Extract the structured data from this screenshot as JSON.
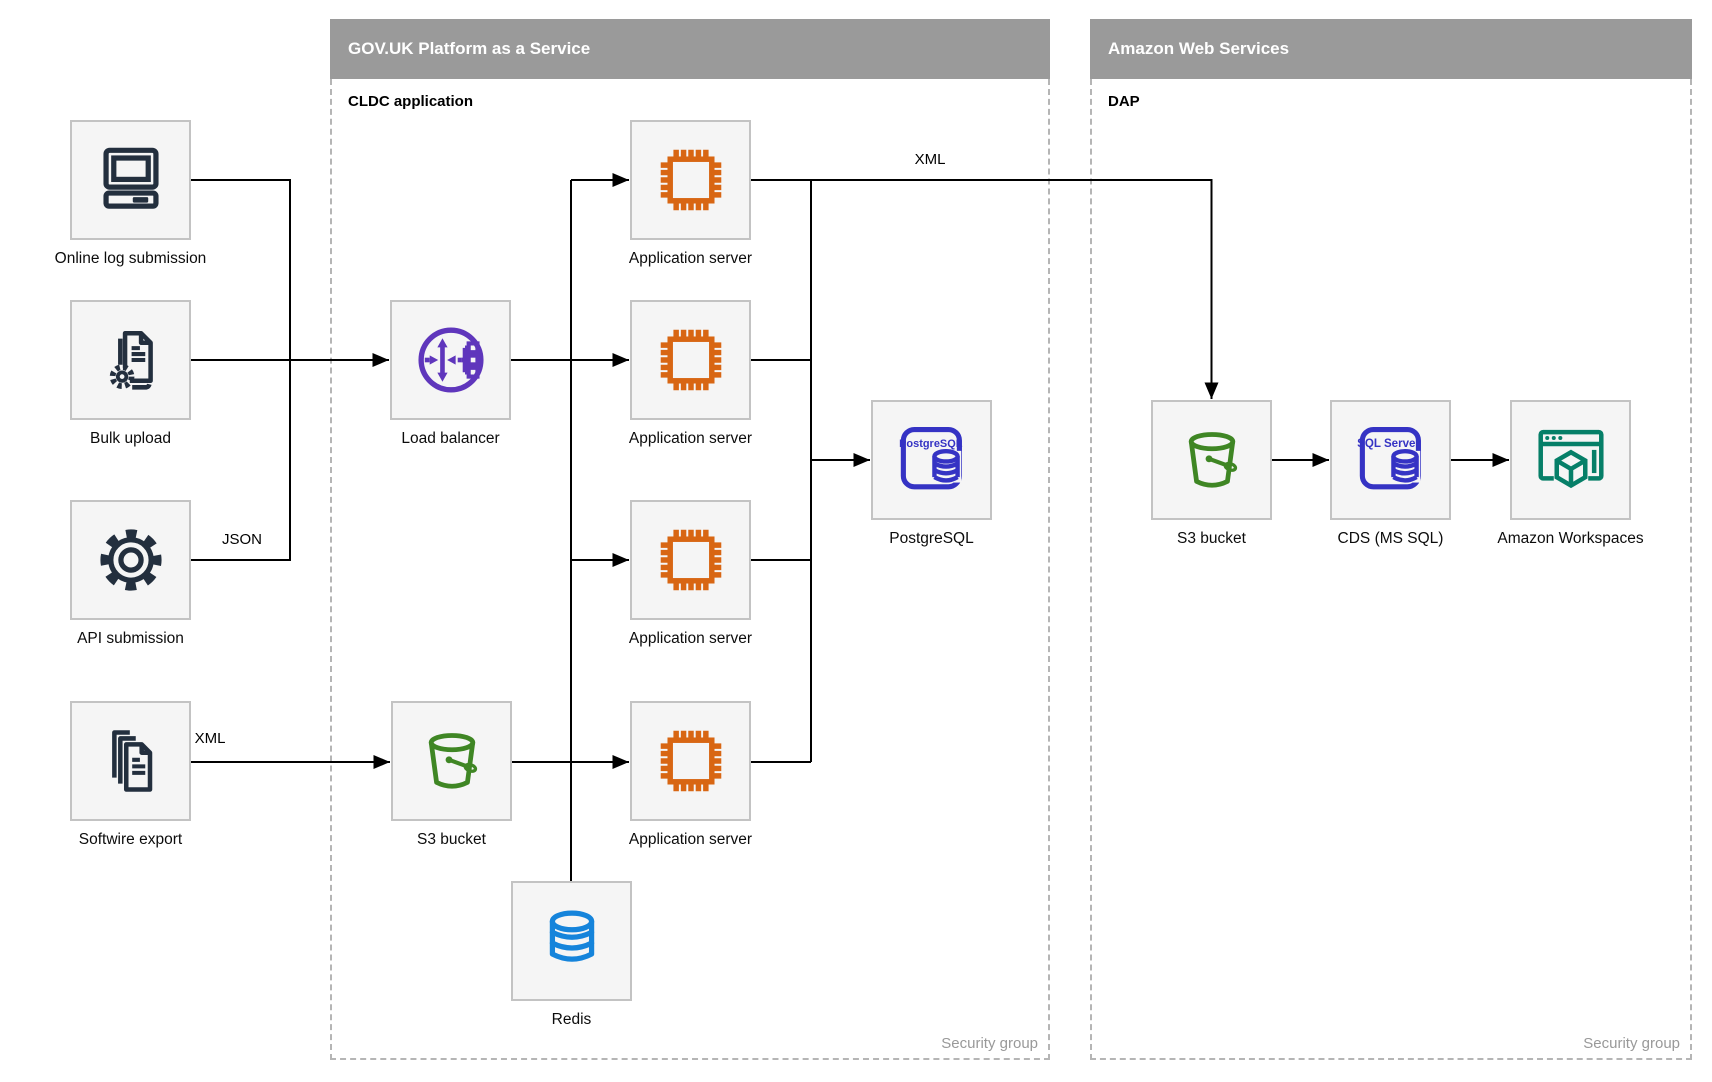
{
  "containers": {
    "govuk": {
      "title": "GOV.UK Platform as a Service",
      "sublabel": "CLDC application",
      "footer": "Security group"
    },
    "aws": {
      "title": "Amazon Web Services",
      "sublabel": "DAP",
      "footer": "Security group"
    }
  },
  "nodes": {
    "online_log": {
      "label": "Online log submission",
      "icon": "desktop-computer-icon"
    },
    "bulk_upload": {
      "label": "Bulk upload",
      "icon": "document-gear-icon"
    },
    "api_submission": {
      "label": "API submission",
      "icon": "gear-icon"
    },
    "softwire_export": {
      "label": "Softwire export",
      "icon": "stacked-documents-icon"
    },
    "load_balancer": {
      "label": "Load balancer",
      "icon": "load-balancer-icon"
    },
    "s3_paas": {
      "label": "S3 bucket",
      "icon": "s3-bucket-icon"
    },
    "redis": {
      "label": "Redis",
      "icon": "database-cylinder-icon"
    },
    "app_server_1": {
      "label": "Application server",
      "icon": "chip-icon"
    },
    "app_server_2": {
      "label": "Application server",
      "icon": "chip-icon"
    },
    "app_server_3": {
      "label": "Application server",
      "icon": "chip-icon"
    },
    "app_server_4": {
      "label": "Application server",
      "icon": "chip-icon"
    },
    "postgresql": {
      "label": "PostgreSQL",
      "icon": "postgresql-database-icon",
      "icon_text": "PostgreSQL"
    },
    "s3_aws": {
      "label": "S3 bucket",
      "icon": "s3-bucket-icon"
    },
    "cds": {
      "label": "CDS (MS SQL)",
      "icon": "sql-server-database-icon",
      "icon_text": "SQL Server"
    },
    "workspaces": {
      "label": "Amazon Workspaces",
      "icon": "browser-cube-icon"
    }
  },
  "edge_labels": {
    "json": "JSON",
    "xml_softwire": "XML",
    "xml_to_aws": "XML"
  },
  "colors": {
    "container_header_gray": "#9a9a9a",
    "node_fill": "#f5f5f5",
    "node_border": "#c3c3c3",
    "icon_navy": "#232f3e",
    "icon_purple": "#5f36bc",
    "icon_orange": "#d86613",
    "icon_green": "#3f8624",
    "icon_indigo": "#3533c4",
    "icon_blue": "#1584db",
    "icon_teal": "#067f68",
    "edge_black": "#000000",
    "muted_text": "#999999"
  }
}
